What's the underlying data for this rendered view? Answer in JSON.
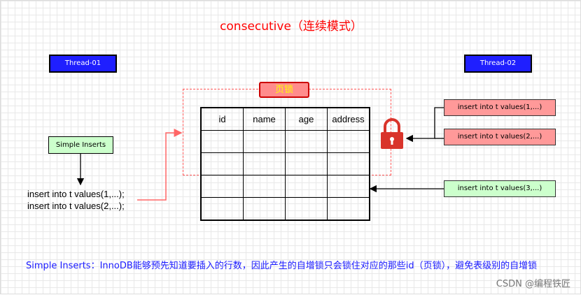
{
  "title": "consecutive（连续模式）",
  "threads": {
    "thread1": "Thread-01",
    "thread2": "Thread-02"
  },
  "simple_inserts": "Simple Inserts",
  "code_lines": [
    "insert into t values(1,...);",
    "insert into t values(2,...);"
  ],
  "page_lock_label": "页锁",
  "table": {
    "headers": [
      "id",
      "name",
      "age",
      "address"
    ],
    "empty_rows": 4
  },
  "thread2_inserts": [
    "insert into t values(1,...)",
    "insert into t values(2,...)",
    "insert into t values(3,...)"
  ],
  "footer": "Simple Inserts：InnoDB能够预先知道要插入的行数，因此产生的自增锁只会锁住对应的那些id（页锁），避免表级别的自增锁",
  "watermark": "CSDN @编程铁匠",
  "colors": {
    "title": "#ff0000",
    "thread_box": "#1f1fff",
    "simple_inserts_box": "#ccffcc",
    "locked_insert_box": "#ff9999",
    "unlocked_insert_box": "#ccffcc",
    "lock_icon": "#d9342b",
    "dashed_region": "#ff5555",
    "footer": "#1a1aff"
  },
  "icons": {
    "lock": "padlock-icon"
  }
}
